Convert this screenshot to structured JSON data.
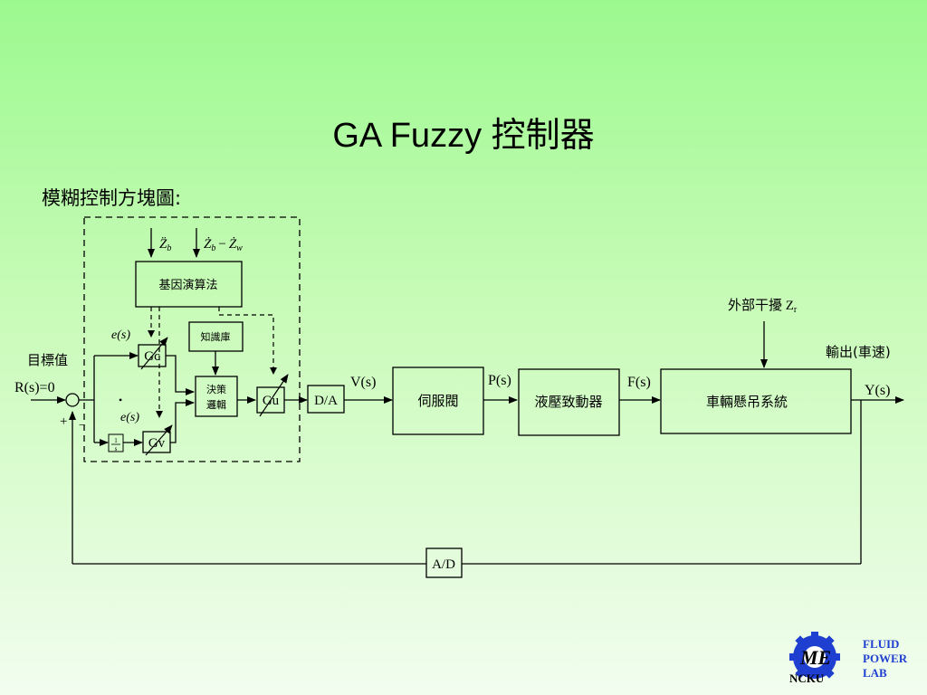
{
  "title": "GA Fuzzy 控制器",
  "subtitle": "模糊控制方塊圖:",
  "diagram": {
    "inputs": {
      "zb_dd": "Z̈",
      "zb_dd_sub": "b",
      "zb_d": "Ż",
      "zb_d_sub": "b",
      "minus": "−",
      "zw_d": "Ż",
      "zw_d_sub": "w"
    },
    "blocks": {
      "ga": "基因演算法",
      "knowledge": "知識庫",
      "decision_1": "決策",
      "decision_2": "邏輯",
      "gc": "Gc",
      "gv": "Gv",
      "gu": "Gu",
      "da": "D/A",
      "servo": "伺服閥",
      "actuator": "液壓致動器",
      "suspension": "車輛懸吊系統",
      "ad": "A/D",
      "diff_num": "1",
      "diff_den": "s"
    },
    "labels": {
      "target": "目標值",
      "rs": "R(s)=0",
      "plus": "+",
      "minus": "−",
      "es": "e(s)",
      "es_dot": "e(s)",
      "dot": "•",
      "vs": "V(s)",
      "ps": "P(s)",
      "fs": "F(s)",
      "ys": "Y(s)",
      "disturbance": "外部干擾 Z",
      "disturbance_sub": "r",
      "output": "輸出(車速)"
    }
  },
  "logo": {
    "lines": [
      "FLUID",
      "POWER",
      "LAB"
    ],
    "school": "NCKU",
    "mark": "ME"
  },
  "colors": {
    "background_top": "#9cf98f",
    "background_bottom": "#f2fdef",
    "logo_blue": "#1f3fd1",
    "logo_red": "#e8141b"
  }
}
